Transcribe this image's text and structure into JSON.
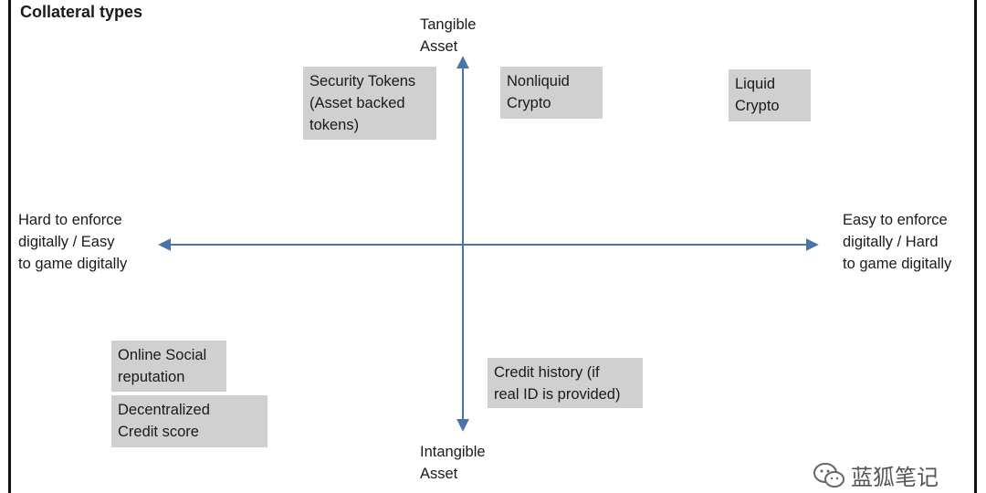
{
  "title": "Collateral types",
  "axes": {
    "top": "Tangible\nAsset",
    "bottom": "Intangible\nAsset",
    "left": "Hard to enforce\ndigitally / Easy\nto game digitally",
    "right": "Easy to enforce\ndigitally / Hard\nto game digitally"
  },
  "boxes": {
    "security_tokens": "Security Tokens\n(Asset backed\ntokens)",
    "nonliquid_crypto": "Nonliquid\nCrypto",
    "liquid_crypto": "Liquid\nCrypto",
    "online_social": "Online Social\nreputation",
    "decentralized_credit": "Decentralized\nCredit score",
    "credit_history": "Credit history (if\nreal ID is provided)"
  },
  "watermark": "蓝狐笔记",
  "colors": {
    "axis": "#4a73a8",
    "box": "#d0d0d0"
  }
}
